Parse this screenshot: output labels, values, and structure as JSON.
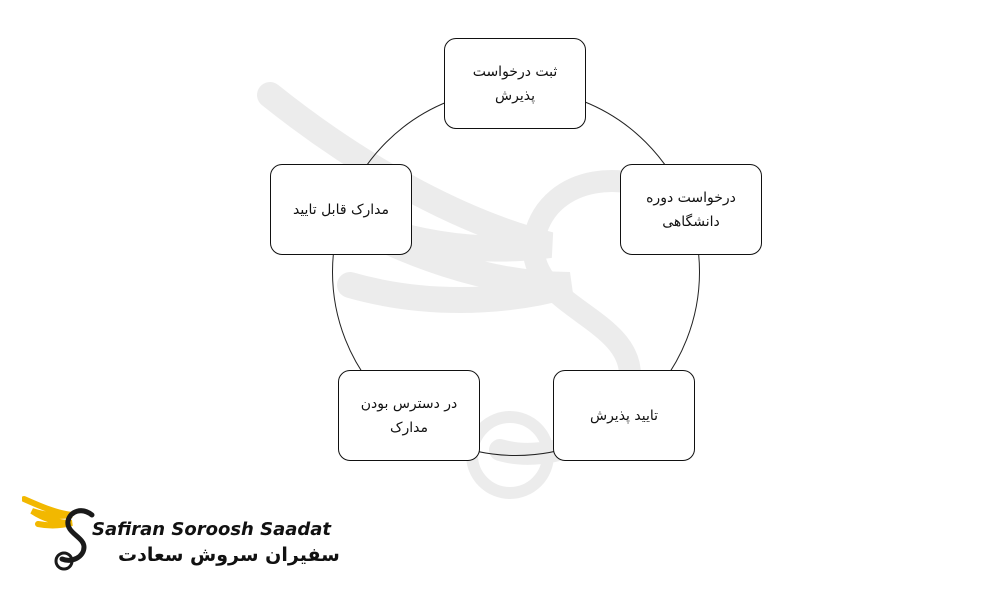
{
  "diagram": {
    "steps": [
      {
        "text": "ثبت درخواست پذیرش"
      },
      {
        "text": "درخواست دوره دانشگاهی"
      },
      {
        "text": "تایید پذیرش"
      },
      {
        "text": "در دسترس بودن مدارک"
      },
      {
        "text": "مدارک قابل تایید"
      }
    ]
  },
  "logo": {
    "latin_name": "Safiran Soroosh Saadat",
    "persian_name": "سفیران سروش سعادت",
    "mark_color": "#F2B800",
    "mark_dark": "#1a1a1a"
  }
}
